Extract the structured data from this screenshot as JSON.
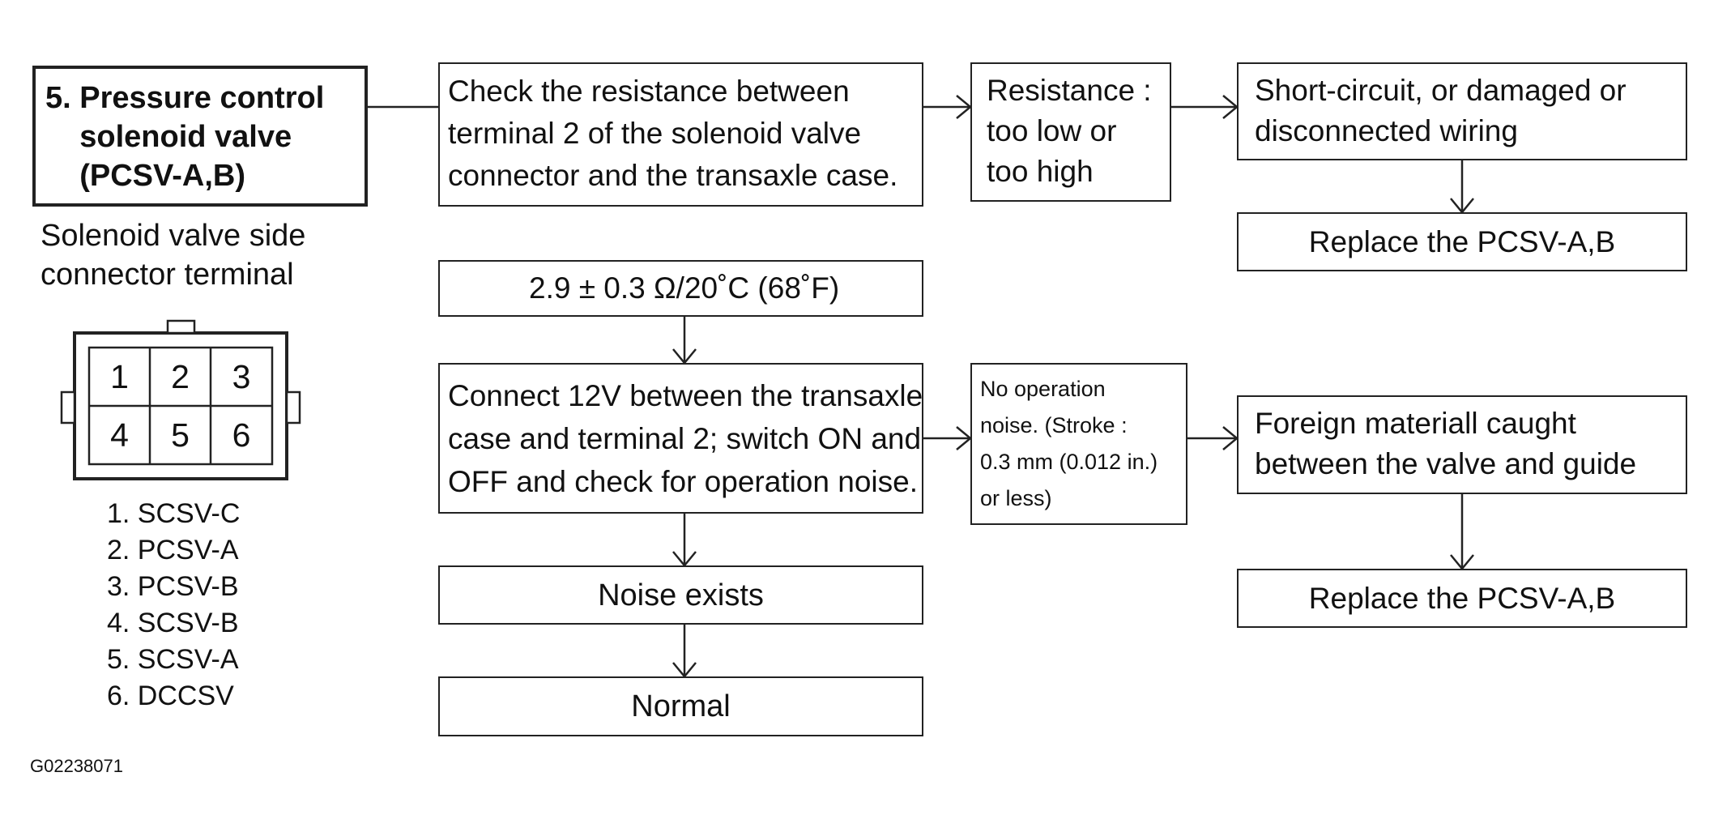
{
  "title_box": {
    "text": "5. Pressure control\n    solenoid valve\n    (PCSV-A,B)"
  },
  "connector": {
    "caption": "Solenoid valve side\nconnector terminal",
    "pins": [
      "1",
      "2",
      "3",
      "4",
      "5",
      "6"
    ],
    "legend": [
      "1. SCSV-C",
      "2. PCSV-A",
      "3. PCSV-B",
      "4. SCSV-B",
      "5. SCSV-A",
      "6. DCCSV"
    ]
  },
  "flow": {
    "check_resistance": "Check the resistance between\nterminal 2 of the solenoid valve\nconnector and the transaxle case.",
    "spec": "2.9 ± 0.3 Ω/20˚C (68˚F)",
    "connect_12v": "Connect 12V between the transaxle\ncase and terminal 2; switch ON and\nOFF and check for operation noise.",
    "noise_exists": "Noise exists",
    "normal": "Normal",
    "resistance_fault": "Resistance :\ntoo low or\ntoo high",
    "wiring_fault": "Short-circuit, or damaged or\ndisconnected wiring",
    "replace_1": "Replace the PCSV-A,B",
    "no_noise": "No operation\nnoise. (Stroke :\n0.3 mm (0.012 in.)\nor less)",
    "foreign_material": "Foreign materiall caught\nbetween the valve and guide",
    "replace_2": "Replace the PCSV-A,B"
  },
  "figure_id": "G02238071"
}
